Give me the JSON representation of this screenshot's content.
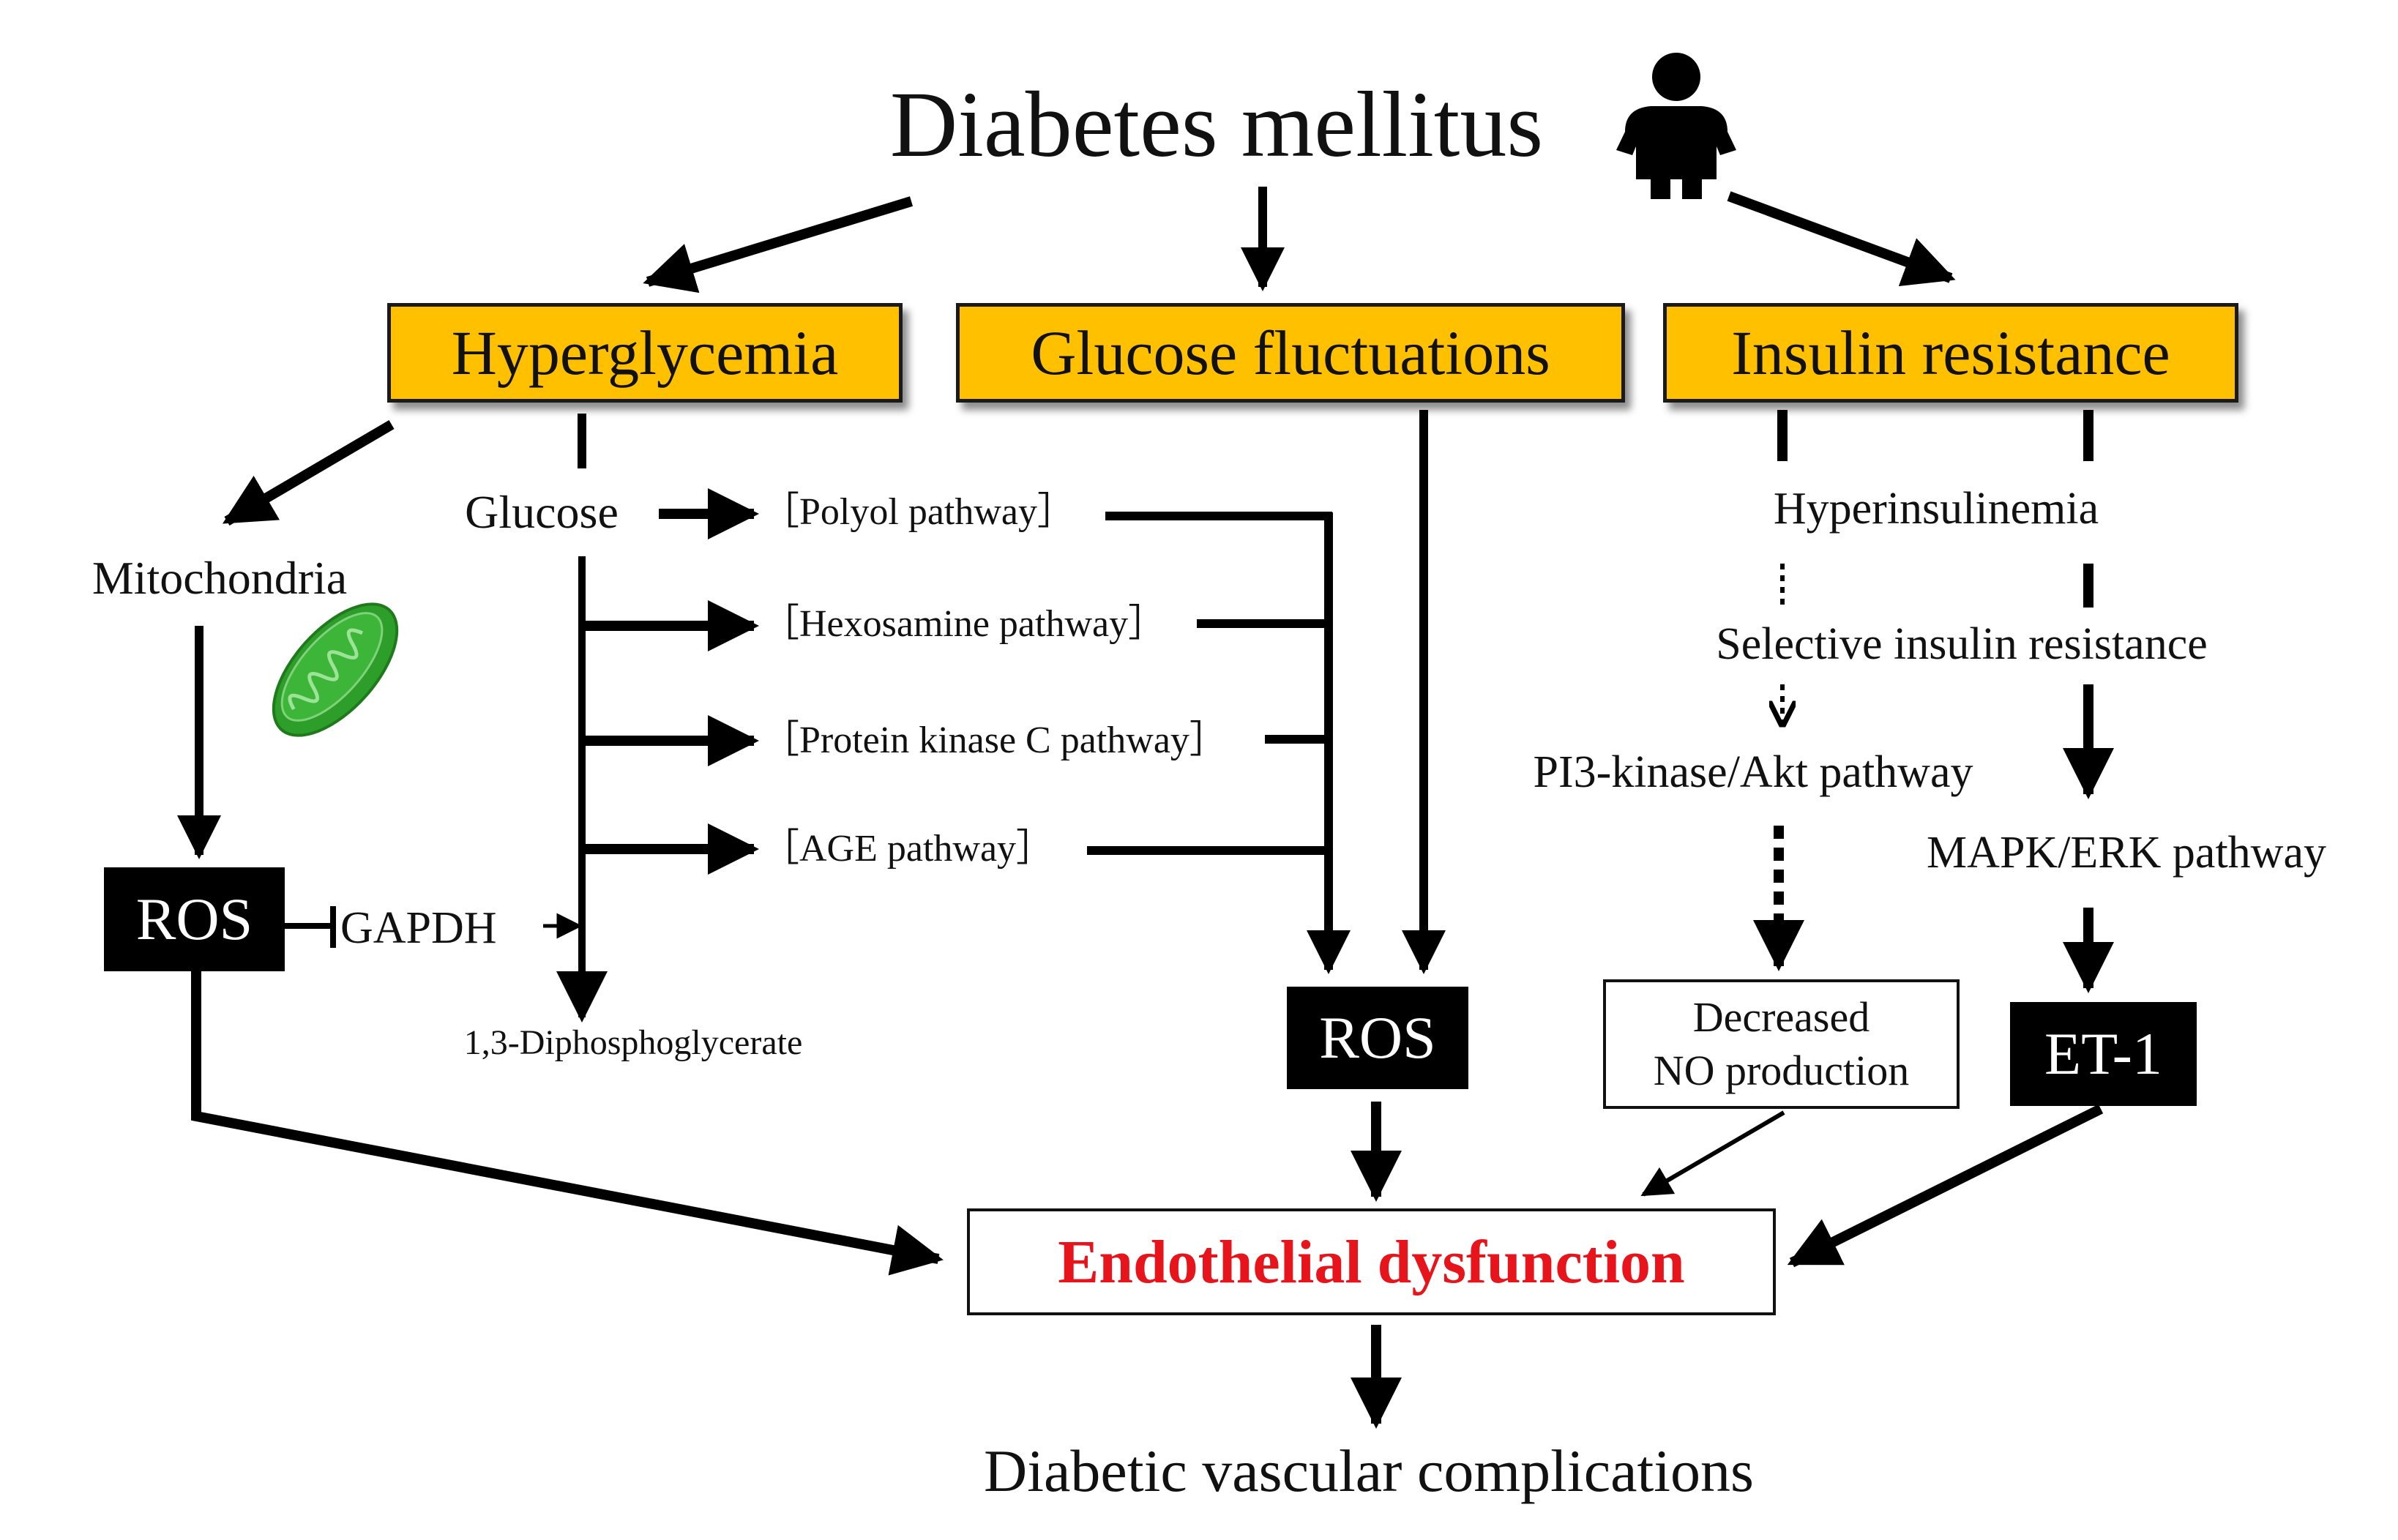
{
  "title": "Diabetes mellitus",
  "icons": {
    "person": "obese-person-icon",
    "mitochondrion": "mitochondrion-icon"
  },
  "colors": {
    "category_fill": "#FFC000",
    "endpoint_text": "#E8141C",
    "mitochondrion": "#2E9E2A"
  },
  "categories": {
    "hyperglycemia": "Hyperglycemia",
    "glucose_fluctuations": "Glucose fluctuations",
    "insulin_resistance": "Insulin resistance"
  },
  "hyperglycemia_branch": {
    "mitochondria": "Mitochondria",
    "ros": "ROS",
    "gapdh": "GAPDH",
    "glucose": "Glucose",
    "product": "1,3-Diphosphoglycerate",
    "pathways": [
      "［Polyol pathway］",
      "［Hexosamine pathway］",
      "［Protein kinase C pathway］",
      "［AGE pathway］"
    ]
  },
  "fluctuation_branch": {
    "ros": "ROS"
  },
  "insulin_branch": {
    "hyperinsulinemia": "Hyperinsulinemia",
    "selective": "Selective insulin resistance",
    "pi3k": "PI3-kinase/Akt pathway",
    "mapk": "MAPK/ERK pathway",
    "no_line1": "Decreased",
    "no_line2": "NO production",
    "et1": "ET-1"
  },
  "outcome": "Endothelial dysfunction",
  "final": "Diabetic vascular complications"
}
